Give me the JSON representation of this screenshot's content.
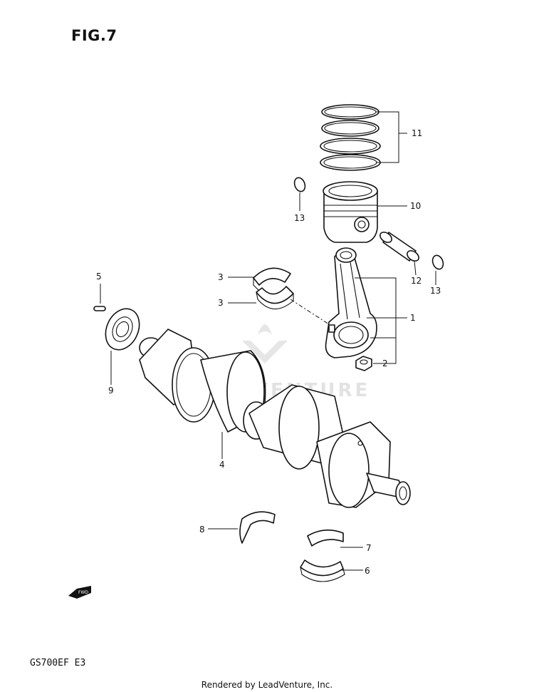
{
  "figure": {
    "title": "FIG.7",
    "model": "GS700EF  E3"
  },
  "footer": {
    "text": "Rendered by LeadVenture, Inc."
  },
  "watermark": {
    "text": "LEADVENTURE"
  },
  "fwd_badge": {
    "text": "FWD"
  },
  "callouts": [
    "11",
    "10",
    "13",
    "12",
    "13",
    "5",
    "3",
    "3",
    "1",
    "2",
    "9",
    "4",
    "8",
    "7",
    "6"
  ],
  "colors": {
    "line": "#111111",
    "watermark": "#e2e2e2"
  }
}
